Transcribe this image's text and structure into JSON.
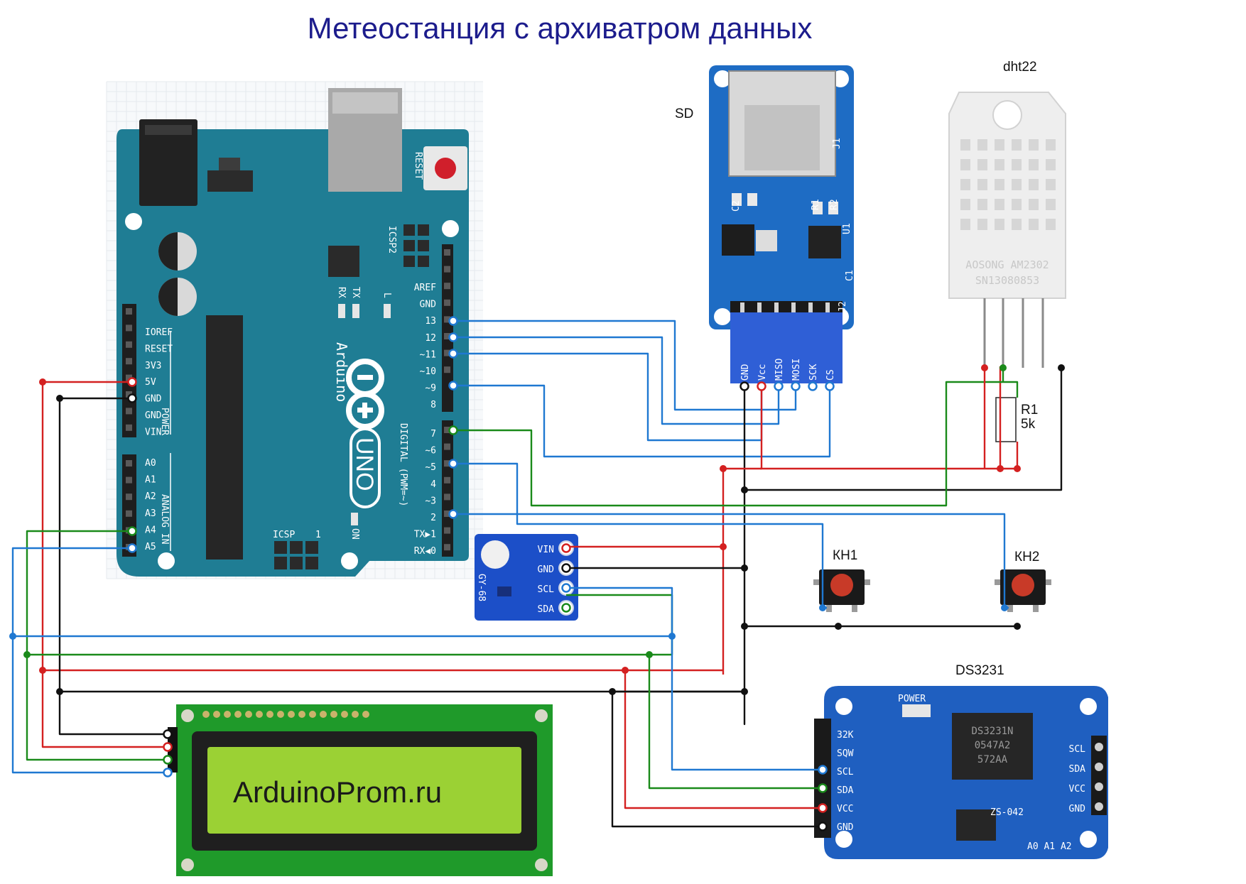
{
  "title": "Метеостанция с архиватром данных",
  "colors": {
    "title": "#1c1c8c",
    "red": "#d42020",
    "black": "#111111",
    "blue": "#1f78d1",
    "green": "#1a8a1a",
    "arduino_board": "#1f7d94",
    "module_blue": "#1e6cc4",
    "lcd_green": "#1f9a2a",
    "lcd_screen": "#9bd134"
  },
  "arduino": {
    "name": "Arduino",
    "model": "UNO",
    "reset_label": "RESET",
    "icsp2_label": "ICSP2",
    "icsp_label": "ICSP",
    "one_label": "1",
    "tx_label": "TX",
    "rx_label": "RX",
    "l_label": "L",
    "on_label": "ON",
    "power_label": "POWER",
    "analog_label": "ANALOG IN",
    "digital_label": "DIGITAL (PWM=~)",
    "top_pins": [
      "AREF",
      "GND",
      "13",
      "12",
      "~11",
      "~10",
      "~9",
      "8"
    ],
    "bottom_pins": [
      "7",
      "~6",
      "~5",
      "4",
      "~3",
      "2",
      "TX▶1",
      "RX◀0"
    ],
    "power_pins": [
      "IOREF",
      "RESET",
      "3V3",
      "5V",
      "GND",
      "GND",
      "VIN"
    ],
    "analog_pins": [
      "A0",
      "A1",
      "A2",
      "A3",
      "A4",
      "A5"
    ]
  },
  "sd": {
    "label": "SD",
    "pins": [
      "GND",
      "Vcc",
      "MISO",
      "MOSI",
      "SCK",
      "CS"
    ],
    "silk": [
      "J1",
      "J2",
      "U1",
      "R1",
      "R2",
      "C1",
      "C2"
    ]
  },
  "dht": {
    "label": "dht22",
    "marking1": "AOSONG AM2302",
    "marking2": "SN13080853"
  },
  "resistor": {
    "name": "R1",
    "value": "5k"
  },
  "gy68": {
    "name": "GY-68",
    "pins": [
      "VIN",
      "GND",
      "SCL",
      "SDA"
    ]
  },
  "buttons": [
    {
      "label": "КН1"
    },
    {
      "label": "КН2"
    }
  ],
  "ds3231": {
    "label": "DS3231",
    "board": "ZS-042",
    "power": "POWER",
    "left_pins": [
      "32K",
      "SQW",
      "SCL",
      "SDA",
      "VCC",
      "GND"
    ],
    "right_pins": [
      "SCL",
      "SDA",
      "VCC",
      "GND"
    ],
    "address": "A0 A1 A2",
    "chip_lines": [
      "DS3231N",
      "0547A2",
      "572AA"
    ]
  },
  "lcd": {
    "text": "ArduinoProm.ru"
  }
}
